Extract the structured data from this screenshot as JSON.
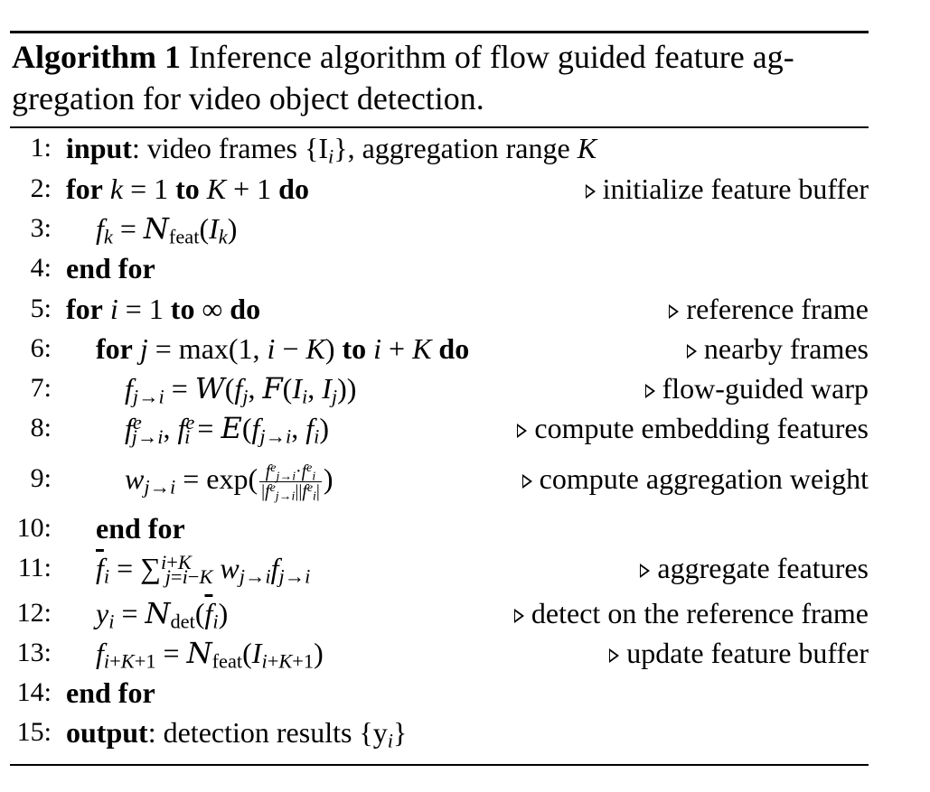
{
  "caption": {
    "label": "Algorithm 1",
    "text_line1": "Inference algorithm of flow guided feature ag-",
    "text_line2": "gregation for video object detection."
  },
  "lines": [
    {
      "num": "1:",
      "kw": "input",
      "rest": ": video frames {I",
      "sub1": "i",
      "rest2": "}, aggregation range ",
      "var": "K"
    },
    {
      "num": "2:",
      "comment": "initialize feature buffer"
    },
    {
      "num": "3:"
    },
    {
      "num": "4:",
      "kw": "end for"
    },
    {
      "num": "5:",
      "comment": "reference frame"
    },
    {
      "num": "6:",
      "comment": "nearby frames"
    },
    {
      "num": "7:",
      "comment": "flow-guided warp"
    },
    {
      "num": "8:",
      "comment": "compute embedding features"
    },
    {
      "num": "9:",
      "comment": "compute aggregation weight"
    },
    {
      "num": "10:",
      "kw": "end for"
    },
    {
      "num": "11:",
      "comment": "aggregate features"
    },
    {
      "num": "12:",
      "comment": "detect on the reference frame"
    },
    {
      "num": "13:",
      "comment": "update feature buffer"
    },
    {
      "num": "14:",
      "kw": "end for"
    },
    {
      "num": "15:",
      "kw": "output",
      "rest": ": detection results {y",
      "sub1": "i",
      "rest2": "}"
    }
  ],
  "keywords": {
    "for": "for",
    "to": "to",
    "do": "do"
  }
}
